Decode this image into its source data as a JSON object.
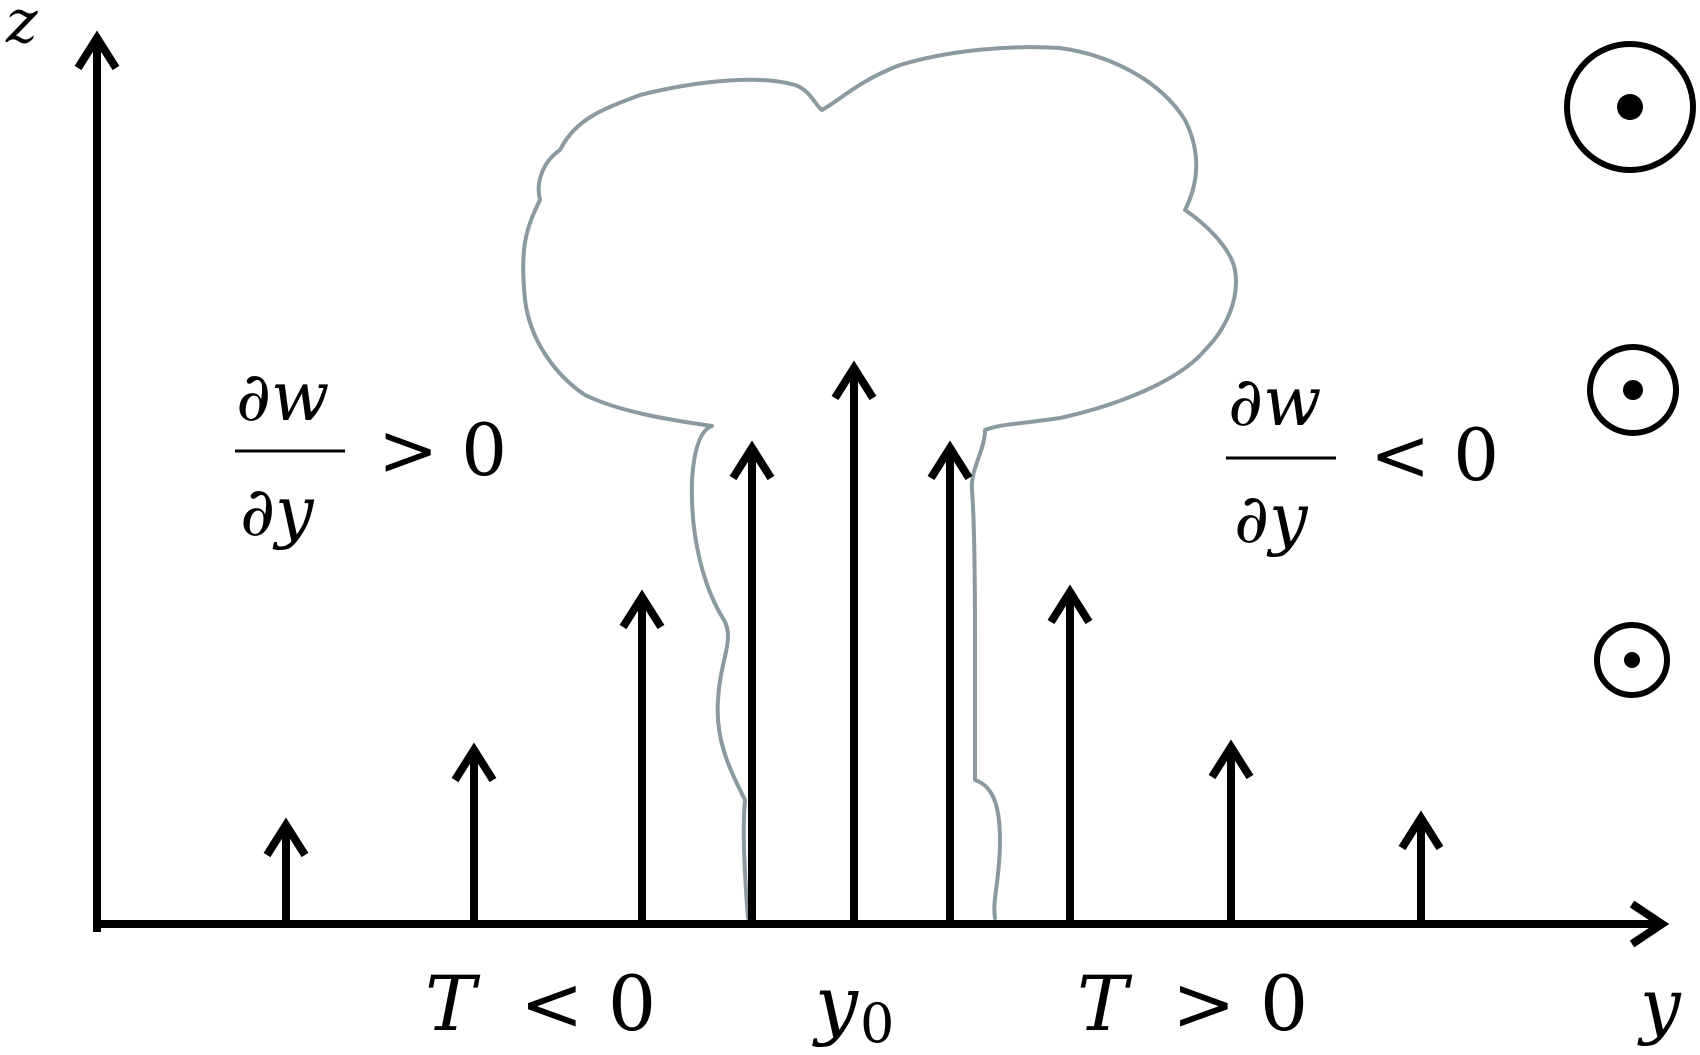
{
  "axes": {
    "z_label": "z",
    "y_label": "y"
  },
  "labels": {
    "left_gradient": {
      "numerator": "∂w",
      "denominator": "∂y",
      "relation": "> 0"
    },
    "right_gradient": {
      "numerator": "∂w",
      "denominator": "∂y",
      "relation": "< 0"
    },
    "bottom_left": {
      "variable": "T",
      "relation": "< 0"
    },
    "bottom_center": {
      "base": "y",
      "subscript": "0"
    },
    "bottom_right": {
      "variable": "T",
      "relation": "> 0"
    }
  },
  "symbols": {
    "out_of_page": [
      "out-of-page-large",
      "out-of-page-medium",
      "out-of-page-small"
    ]
  },
  "colors": {
    "ink": "#000000",
    "cloud_outline": "#8a9aa0"
  }
}
